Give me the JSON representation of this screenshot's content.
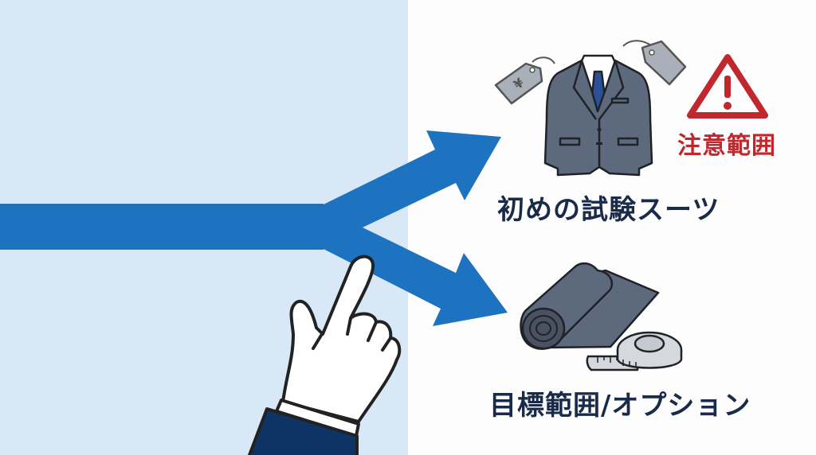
{
  "diagram": {
    "type": "branching-choice",
    "colors": {
      "left_background": "#d9e8f6",
      "right_background": "#fdfdfd",
      "arrow": "#1e73c0",
      "label_text": "#1a2b4a",
      "warning": "#c0282d",
      "sleeve": "#0e3466"
    },
    "branches": [
      {
        "id": "upper",
        "label": "初めの試験スーツ",
        "icon": "suit-jacket-with-price-tags-icon",
        "annotation": {
          "icon": "warning-triangle-icon",
          "text": "注意範囲"
        },
        "tag_symbol": "¥"
      },
      {
        "id": "lower",
        "label": "目標範囲/オプション",
        "icon": "fabric-roll-and-tape-measure-icon"
      }
    ],
    "pointer": {
      "icon": "pointing-hand-icon",
      "target": "branch-junction"
    }
  }
}
